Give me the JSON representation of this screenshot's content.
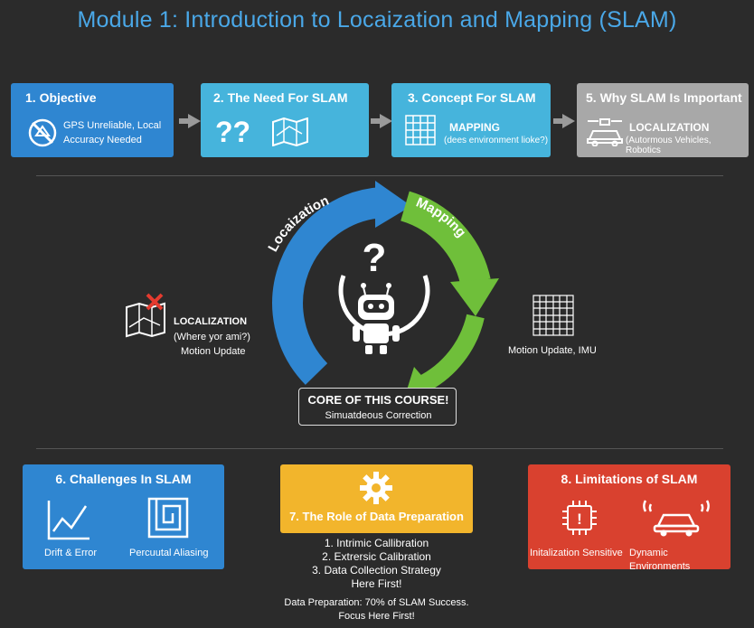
{
  "title": "Module 1: Introduction to Locaization and Mapping (SLAM)",
  "top": {
    "objective": {
      "heading": "1. Objective",
      "line1": "GPS Unreliable, Local",
      "line2": "Accuracy Needed"
    },
    "need": {
      "heading": "2. The Need For SLAM",
      "glyph": "??"
    },
    "concept": {
      "heading": "3. Concept For SLAM",
      "label": "MAPPING",
      "sub": "(dees environment lioke?)"
    },
    "why": {
      "heading": "5. Why SLAM Is Important",
      "label": "LOCALIZATION",
      "sub": "(Autormous Vehicles, Robotics"
    }
  },
  "cycle": {
    "arc_left": "Locaization",
    "arc_right": "Mapping",
    "question": "?",
    "left_title": "LOCALIZATION",
    "left_sub1": "(Where yor ami?)",
    "left_sub2": "Motion Update",
    "right_sub": "Motion Update, IMU",
    "core_title": "CORE OF THIS COURSE!",
    "core_sub": "Simuatdeous Correction"
  },
  "bottom": {
    "challenges": {
      "heading": "6. Challenges In SLAM",
      "item1": "Drift & Error",
      "item2": "Percuutal Aliasing"
    },
    "data_prep": {
      "heading": "7. The Role of Data Preparation",
      "list": [
        "1. Intrimic Callibration",
        "2. Extrersic Calibration",
        "3. Data Collection Strategy",
        "Here First!"
      ],
      "note1": "Data Preparation: 70% of SLAM Success.",
      "note2": "Focus Here First!"
    },
    "limitations": {
      "heading": "8. Limitations of SLAM",
      "item1": "Initalization Sensitive",
      "item2": "Dynamic Environments"
    }
  },
  "colors": {
    "blue": "#2f86d1",
    "teal": "#46b4dc",
    "gray": "#a8a8a8",
    "green": "#6fbf3a",
    "yellow": "#f2b52c",
    "red": "#d9412f"
  },
  "icons": [
    "no-gps-icon",
    "map-icon",
    "grid-icon",
    "drone-car-icon",
    "robot-icon",
    "line-chart-icon",
    "maze-icon",
    "chip-icon",
    "car-signal-icon",
    "gear-icon"
  ]
}
